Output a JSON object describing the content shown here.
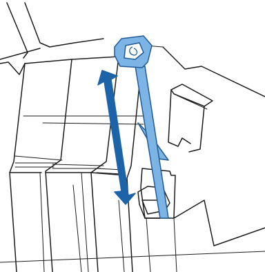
{
  "figure": {
    "type": "printer-ink-tank-refill-illustration",
    "colors": {
      "line": "#1a1a1a",
      "background": "#ffffff",
      "stick_fill": "#7db4e6",
      "stick_outline": "#1f5a95",
      "arrow_fill": "#1c63a8"
    },
    "icons": [
      "ink-stirring-stick",
      "double-headed-arrow"
    ]
  }
}
